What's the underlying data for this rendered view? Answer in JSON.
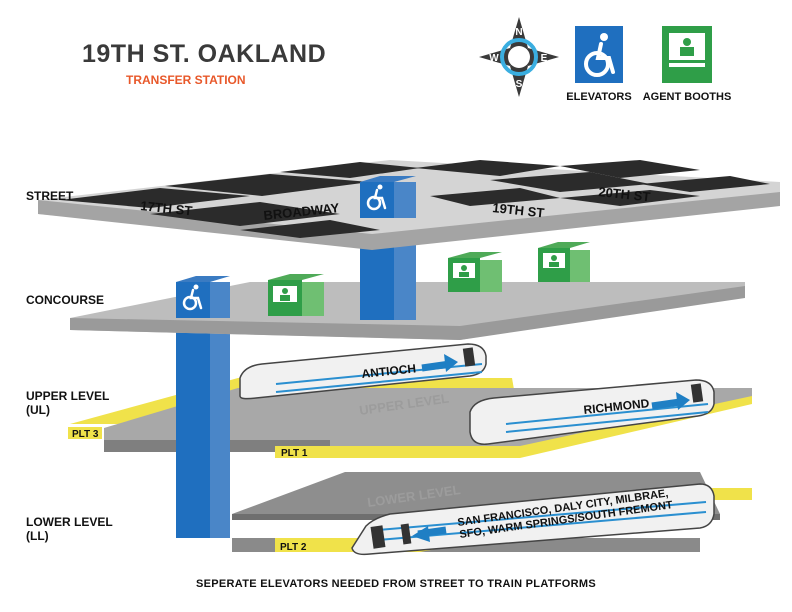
{
  "header": {
    "title": "19TH ST. OAKLAND",
    "subtitle": "TRANSFER STATION"
  },
  "compass": {
    "letters": [
      "N",
      "E",
      "S",
      "W"
    ],
    "icon": "compass-rose-icon"
  },
  "legend": {
    "elevators_label": "ELEVATORS",
    "elevators_icon": "wheelchair-icon",
    "agent_booths_label": "AGENT BOOTHS",
    "agent_booths_icon": "agent-booth-icon"
  },
  "levels": {
    "street": "STREET",
    "concourse": "CONCOURSE",
    "upper": "UPPER LEVEL",
    "upper_abbr": "(UL)",
    "lower": "LOWER LEVEL",
    "lower_abbr": "(LL)"
  },
  "streets": {
    "s17": "17TH ST",
    "broadway": "BROADWAY",
    "s19": "19TH ST",
    "s20": "20TH ST"
  },
  "platforms": {
    "plt1": "PLT 1",
    "plt2": "PLT 2",
    "plt3": "PLT 3",
    "upper_floor_label": "UPPER LEVEL",
    "lower_floor_label": "LOWER LEVEL"
  },
  "trains": {
    "antioch": "ANTIOCH",
    "richmond": "RICHMOND",
    "lower_line1": "SAN FRANCISCO, DALY CITY, MILBRAE,",
    "lower_line2": "SFO, WARM SPRINGS/SOUTH FREMONT"
  },
  "footer": "SEPERATE ELEVATORS NEEDED FROM STREET TO TRAIN PLATFORMS",
  "colors": {
    "elevator_blue": "#1f6fbf",
    "booth_green": "#2f9e48",
    "platform_yellow": "#f0e24a",
    "slab_gray": "#c9c9c9",
    "street_dark": "#2b2b2b",
    "subtitle_orange": "#e8582a",
    "arrow_blue": "#1f7fc4"
  }
}
